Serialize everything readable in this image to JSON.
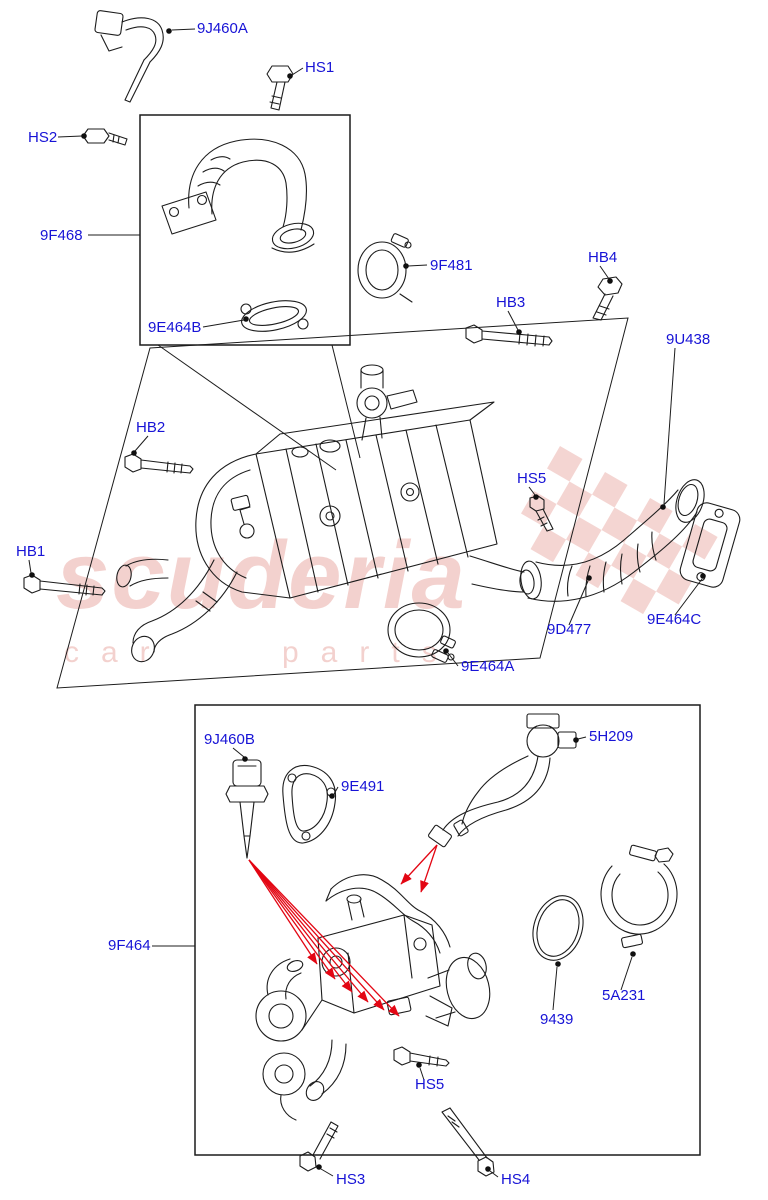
{
  "meta": {
    "type": "exploded-parts-diagram"
  },
  "watermark": {
    "brand": "scuderia",
    "sub_left": "car",
    "sub_right": "parts"
  },
  "colors": {
    "label_blue": "#1713d6",
    "line_black": "#1c1c1c",
    "callout_red": "#e30613",
    "watermark_pink": "#d96a5f"
  },
  "labels": {
    "9J460A": "9J460A",
    "HS1": "HS1",
    "HS2": "HS2",
    "9F468": "9F468",
    "9F481": "9F481",
    "9E464B": "9E464B",
    "HB4": "HB4",
    "HB3": "HB3",
    "9U438": "9U438",
    "HB2": "HB2",
    "HS5_upper": "HS5",
    "HB1": "HB1",
    "9D477": "9D477",
    "9E464C": "9E464C",
    "9E464A": "9E464A",
    "9J460B": "9J460B",
    "9E491": "9E491",
    "5H209": "5H209",
    "9F464": "9F464",
    "5A231": "5A231",
    "9439": "9439",
    "HS5_lower": "HS5",
    "HS3": "HS3",
    "HS4": "HS4"
  }
}
